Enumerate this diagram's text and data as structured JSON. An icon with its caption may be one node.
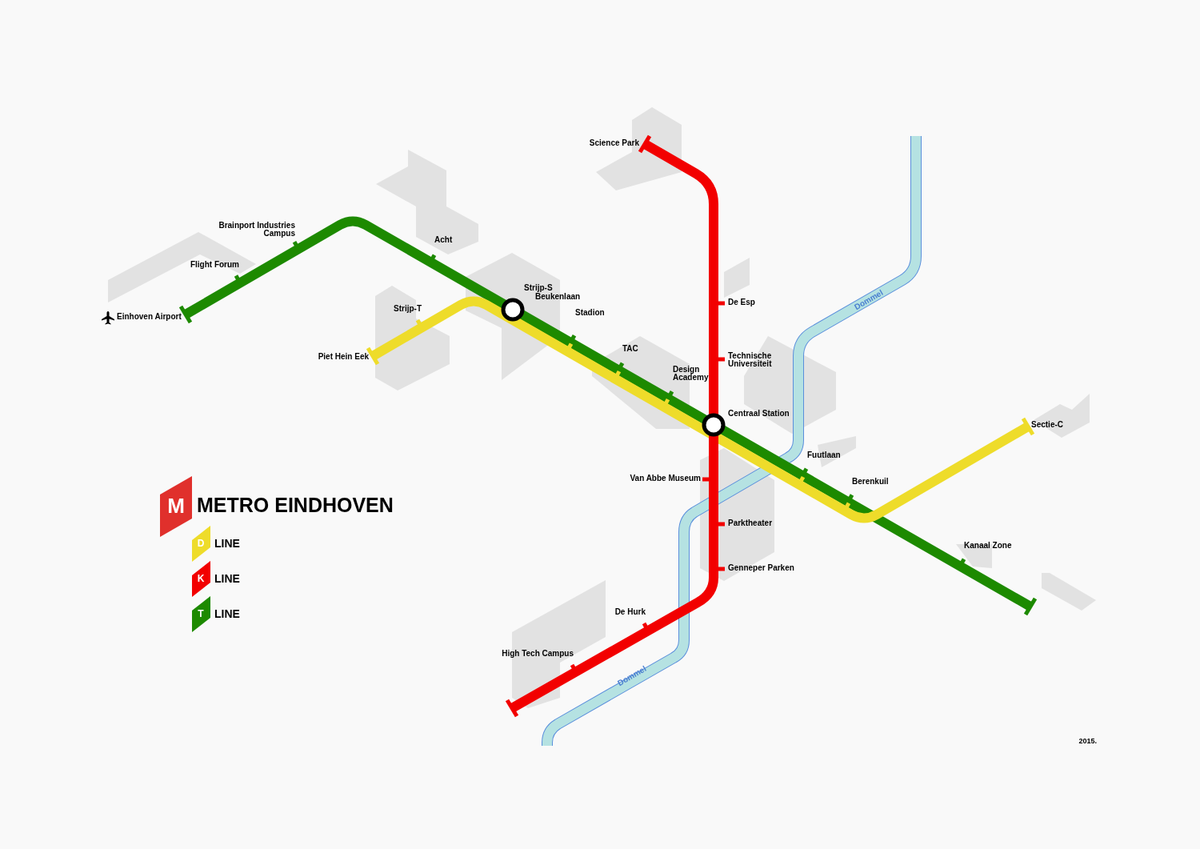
{
  "diagram": {
    "title": "METRO EINDHOVEN",
    "labels": [
      "Science Park",
      "Brainport Industries Campus",
      "Acht",
      "Flight Forum",
      "Strijp-S",
      "Beukenlaan",
      "De Esp",
      "Strijp-T",
      "Stadion",
      "Einhoven Airport",
      "TAC",
      "Piet Hein Eek",
      "Technische Universiteit",
      "Design Academy",
      "Centraal Station",
      "Sectie-C",
      "Fuutlaan",
      "Van Abbe Museum",
      "Berenkuil",
      "M",
      "Parktheater",
      "D",
      "Kanaal Zone",
      "Genneper Parken",
      "K",
      "De Hurk",
      "T",
      "High Tech Campus",
      "Dommel",
      "Dommel",
      "2015."
    ],
    "legend": [
      {
        "text": "LINE",
        "color": "#eedc2a"
      },
      {
        "text": "LINE",
        "color": "#f20000"
      },
      {
        "text": "LINE",
        "color": "#1d8a00"
      }
    ]
  }
}
